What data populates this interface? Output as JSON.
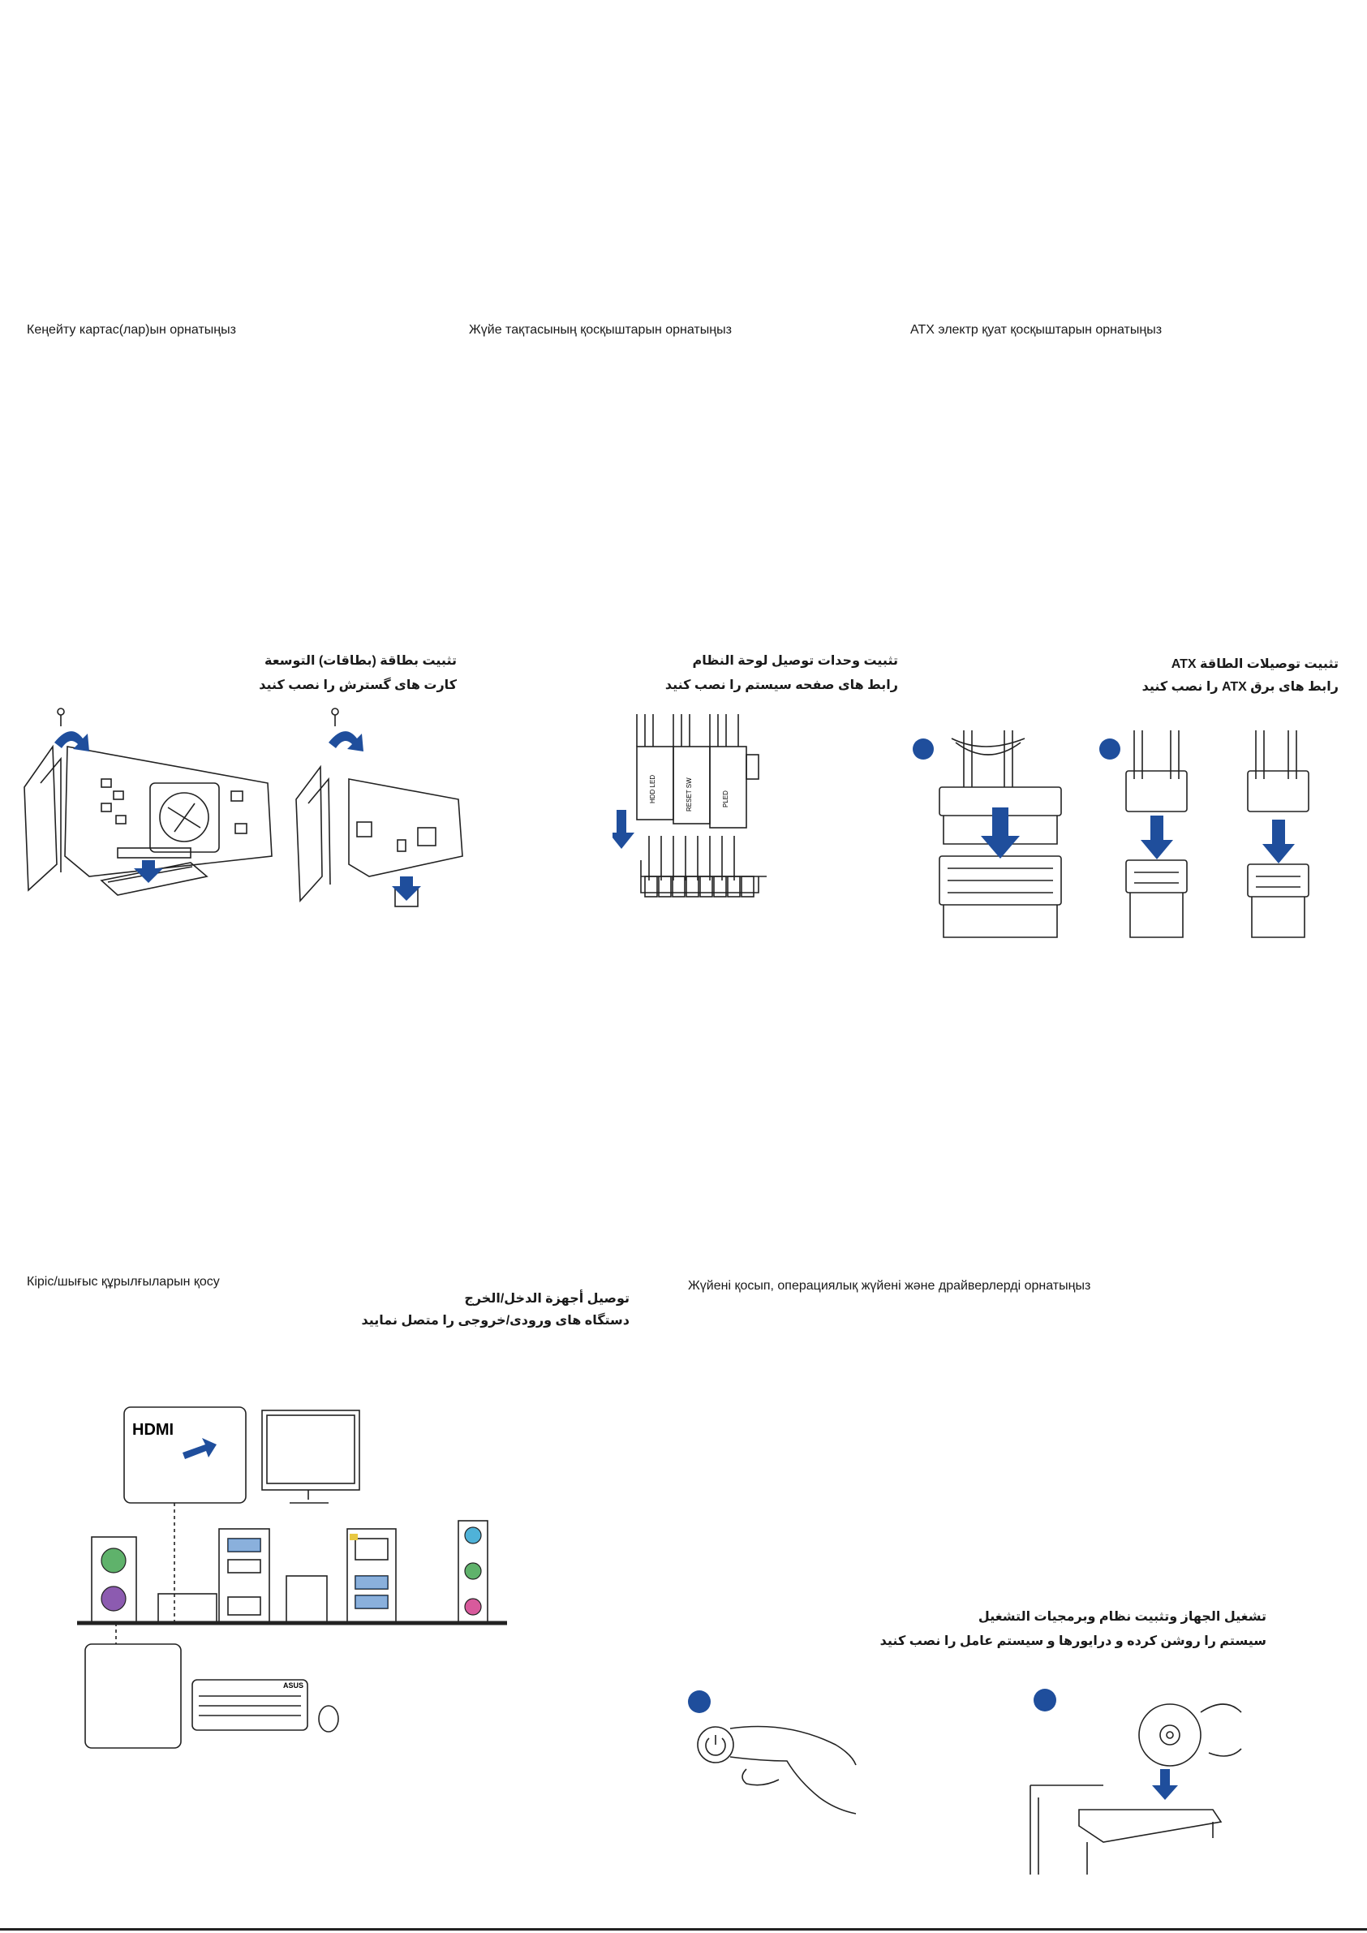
{
  "sections": {
    "expansion": {
      "title_kz": "Кеңейту картас(лар)ын орнатыңыз",
      "title_ar": "تثبيت بطاقة (بطاقات) التوسعة",
      "title_fa": "کارت های گسترش را نصب کنید"
    },
    "front_panel": {
      "title_kz": "Жүйе тақтасының қосқыштарын орнатыңыз",
      "title_ar": "تثبيت وحدات توصيل لوحة النظام",
      "title_fa": "رابط های صفحه سیستم را نصب کنید",
      "pin_labels": [
        "HDD LED",
        "RESET SW",
        "PLED"
      ]
    },
    "atx_power": {
      "title_kz": "ATX электр қуат қосқыштарын орнатыңыз",
      "title_ar": "تثبيت توصيلات الطاقة ATX",
      "title_fa": "رابط های برق ATX را نصب کنید"
    },
    "io_devices": {
      "title_kz": "Кіріс/шығыс құрылғыларын қосу",
      "title_ar": "توصيل أجهزة الدخل/الخرج",
      "title_fa": "دستگاه های ورودی/خروجی را متصل نمایید",
      "hdmi_label": "HDMI",
      "keyboard_brand": "ASUS"
    },
    "power_on": {
      "title_kz": "Жүйені қосып, операциялық жүйені және драйверлерді орнатыңыз",
      "title_ar": "تشغيل الجهاز وتثبيت نظام وبرمجيات التشغيل",
      "title_fa": "سیستم را روشن کرده و درایورها و سیستم عامل را نصب کنید"
    }
  },
  "colors": {
    "accent_blue": "#1f4e9c",
    "line": "#222222",
    "ps2_green": "#5fb26b",
    "ps2_purple": "#8c5bb0",
    "usb_blue": "#2a6fc0"
  }
}
